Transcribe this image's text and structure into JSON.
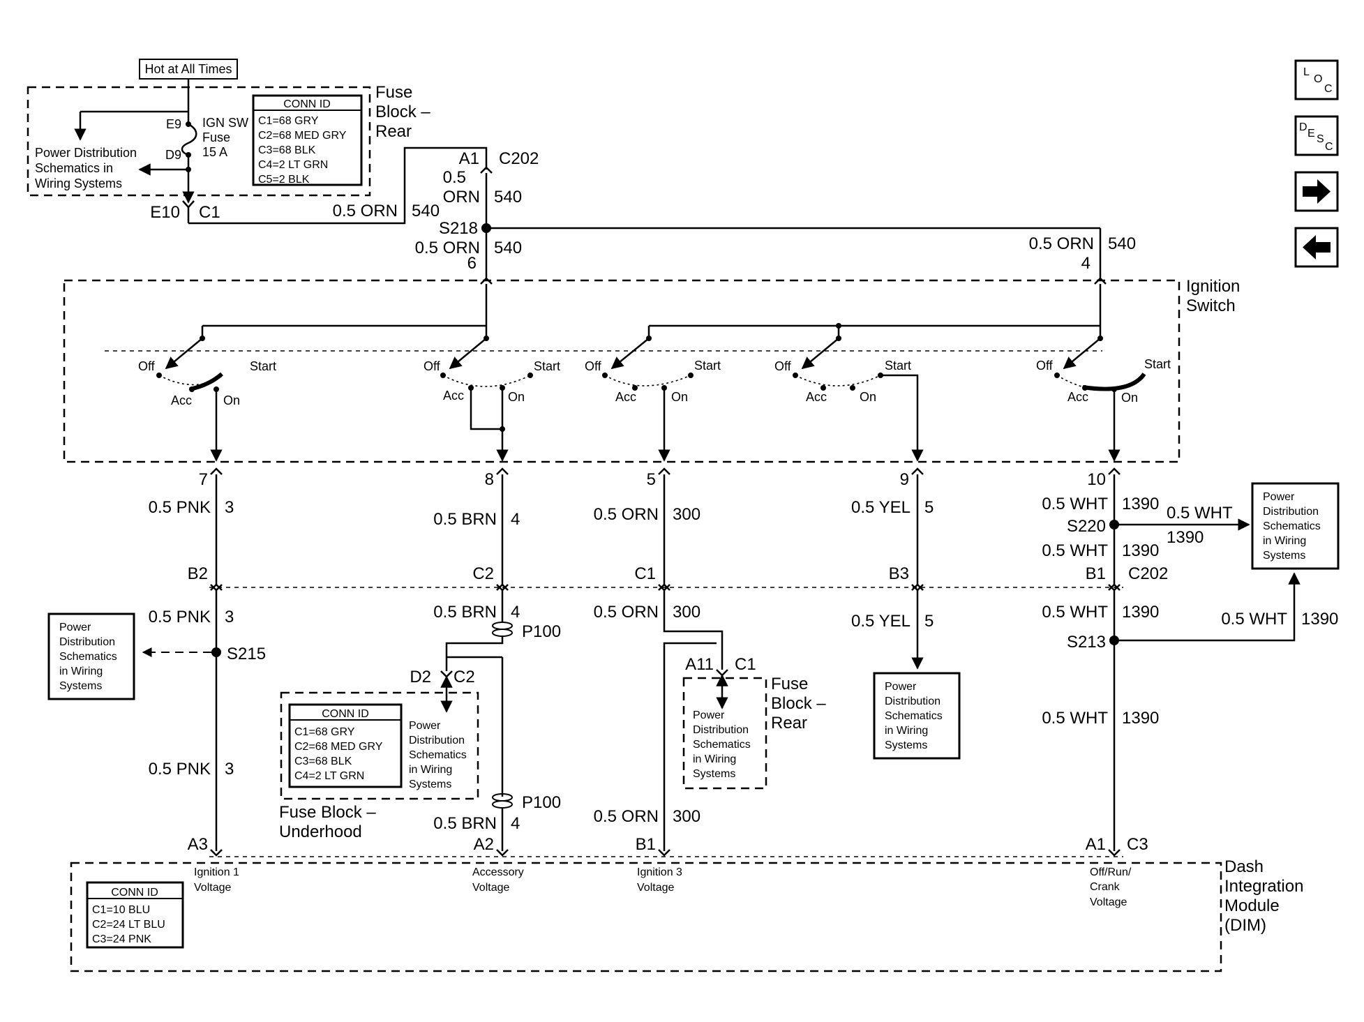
{
  "top": {
    "hot_label": "Hot at All Times",
    "fuse_block_title_1": "Fuse",
    "fuse_block_title_2": "Block –",
    "fuse_block_title_3": "Rear",
    "e9": "E9",
    "d9": "D9",
    "fuse_1": "IGN SW",
    "fuse_2": "Fuse",
    "fuse_3": "15 A",
    "pds_1": "Power Distribution",
    "pds_2": "Schematics in",
    "pds_3": "Wiring Systems",
    "conn_title": "CONN ID",
    "conn_rows": [
      "C1=68 GRY",
      "C2=68 MED GRY",
      "C3=68 BLK",
      "C4=2 LT GRN",
      "C5=2 BLK"
    ],
    "e10": "E10",
    "c1": "C1",
    "wire_a": "0.5 ORN",
    "circ_a": "540"
  },
  "c202top": {
    "a1": "A1",
    "c202": "C202",
    "gauge": "0.5",
    "color": "ORN",
    "circ": "540",
    "s218": "S218",
    "wire_b": "0.5 ORN",
    "circ_b": "540",
    "pin6": "6",
    "wire_r": "0.5 ORN",
    "circ_r": "540",
    "pin4": "4"
  },
  "switch": {
    "title_1": "Ignition",
    "title_2": "Switch",
    "off": "Off",
    "start": "Start",
    "acc": "Acc",
    "on": "On"
  },
  "cols": [
    {
      "pin": "7",
      "wire": "0.5 PNK",
      "circ": "3",
      "conn": "B2"
    },
    {
      "pin": "8",
      "wire": "0.5 BRN",
      "circ": "4",
      "conn": "C2"
    },
    {
      "pin": "5",
      "wire": "0.5 ORN",
      "circ": "300",
      "conn": "C1"
    },
    {
      "pin": "9",
      "wire": "0.5 YEL",
      "circ": "5",
      "conn": "B3"
    },
    {
      "pin": "10",
      "wire": "0.5 WHT",
      "circ": "1390",
      "conn": "B1",
      "conn2": "C202"
    }
  ],
  "s220": {
    "label": "S220",
    "wire1": "0.5 WHT",
    "circ1": "1390",
    "wire2": "0.5 WHT",
    "circ2": "1390",
    "wire3": "0.5 WHT",
    "circ3": "1390"
  },
  "pds": [
    "Power",
    "Distribution",
    "Schematics",
    "in Wiring",
    "Systems"
  ],
  "lower": {
    "pnk_wire": "0.5 PNK",
    "pnk_circ": "3",
    "s215": "S215",
    "brn_wire": "0.5 BRN",
    "brn_circ": "4",
    "p100": "P100",
    "d2": "D2",
    "c2": "C2",
    "uh_conn_title": "CONN ID",
    "uh_conn_rows": [
      "C1=68 GRY",
      "C2=68 MED GRY",
      "C3=68 BLK",
      "C4=2 LT GRN"
    ],
    "uh_title_1": "Fuse Block –",
    "uh_title_2": "Underhood",
    "orn_wire": "0.5 ORN",
    "orn_circ": "300",
    "a11": "A11",
    "c1": "C1",
    "fbr_1": "Fuse",
    "fbr_2": "Block –",
    "fbr_3": "Rear",
    "yel_wire": "0.5 YEL",
    "yel_circ": "5",
    "wht_wire": "0.5 WHT",
    "wht_circ": "1390",
    "s213": "S213",
    "wht_wire_r": "0.5 WHT",
    "wht_circ_r": "1390"
  },
  "dim": {
    "a3": "A3",
    "a2": "A2",
    "b1": "B1",
    "a1": "A1",
    "c3": "C3",
    "ign1_1": "Ignition 1",
    "ign1_2": "Voltage",
    "acc_1": "Accessory",
    "acc_2": "Voltage",
    "ign3_1": "Ignition 3",
    "ign3_2": "Voltage",
    "orc_1": "Off/Run/",
    "orc_2": "Crank",
    "orc_3": "Voltage",
    "title_1": "Dash",
    "title_2": "Integration",
    "title_3": "Module",
    "title_4": "(DIM)",
    "conn_title": "CONN ID",
    "conn_rows": [
      "C1=10 BLU",
      "C2=24 LT BLU",
      "C3=24 PNK"
    ]
  },
  "nav": {
    "loc_1": "L",
    "loc_2": "O",
    "loc_3": "C",
    "desc_1": "D",
    "desc_2": "E",
    "desc_3": "S",
    "desc_4": "C"
  }
}
